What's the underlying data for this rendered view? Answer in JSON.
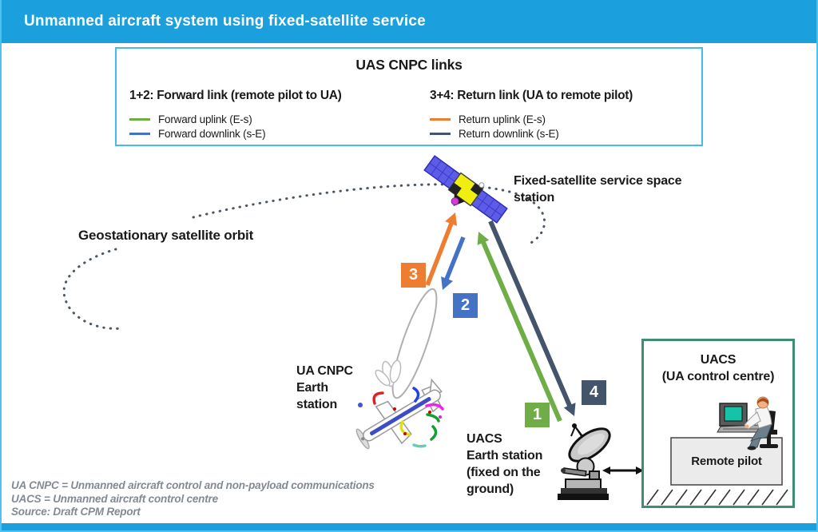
{
  "header": {
    "title": "Unmanned aircraft system using fixed-satellite service"
  },
  "legend": {
    "title": "UAS CNPC links",
    "forward": {
      "heading": "1+2: Forward link (remote pilot to UA)",
      "items": [
        {
          "label": "Forward uplink (E-s)",
          "color": "#6FAD47"
        },
        {
          "label": "Forward downlink (s-E)",
          "color": "#4472C4"
        }
      ]
    },
    "return": {
      "heading": "3+4: Return link (UA to remote pilot)",
      "items": [
        {
          "label": "Return uplink (E-s)",
          "color": "#ED7D31"
        },
        {
          "label": "Return downlink (s-E)",
          "color": "#44546A"
        }
      ]
    }
  },
  "diagram": {
    "orbit_label": "Geostationary satellite orbit",
    "space_station_label": [
      "Fixed-satellite service space",
      "station"
    ],
    "ua_station_label": [
      "UA CNPC",
      "Earth",
      "station"
    ],
    "earth_station_label": [
      "UACS",
      "Earth station",
      "(fixed on the",
      "ground)"
    ],
    "uacs_box": {
      "title": [
        "UACS",
        "(UA control centre)"
      ],
      "desk_label": "Remote pilot"
    },
    "links": [
      {
        "num": "1",
        "name": "forward uplink (E-s)",
        "color": "#6FAD47"
      },
      {
        "num": "2",
        "name": "forward downlink (s-E)",
        "color": "#4472C4"
      },
      {
        "num": "3",
        "name": "return uplink (E-s)",
        "color": "#ED7D31"
      },
      {
        "num": "4",
        "name": "return downlink (s-E)",
        "color": "#44546A"
      }
    ]
  },
  "footnotes": [
    "UA CNPC = Unmanned aircraft control and non-payload communications",
    "UACS = Unmanned aircraft control centre",
    "Source: Draft CPM Report"
  ],
  "colors": {
    "header_bar": "#1B9FDD",
    "frame_border": "#4EC1EF",
    "legend_border": "#47BAEC",
    "uacs_box_border": "#3D8E75",
    "orbit_dots": "#4A5763",
    "green": "#6FAD47",
    "blue": "#4472C4",
    "orange": "#ED7D31",
    "navy": "#44546A"
  }
}
